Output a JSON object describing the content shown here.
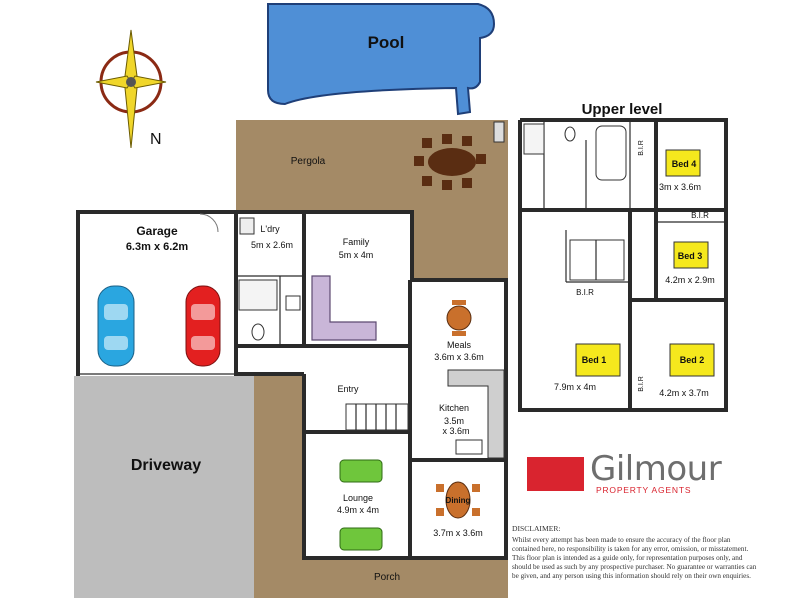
{
  "compass": {
    "label": "N"
  },
  "exterior": {
    "pool": "Pool",
    "pergola": "Pergola",
    "driveway": "Driveway",
    "porch": "Porch"
  },
  "ground_rooms": {
    "garage": {
      "name": "Garage",
      "size": "6.3m x 6.2m"
    },
    "laundry": {
      "name": "L'dry",
      "size": "5m x 2.6m"
    },
    "family": {
      "name": "Family",
      "size": "5m x 4m"
    },
    "meals": {
      "name": "Meals",
      "size": "3.6m x 3.6m"
    },
    "entry": {
      "name": "Entry"
    },
    "kitchen": {
      "name": "Kitchen",
      "size_line1": "3.5m",
      "size_line2": "x 3.6m"
    },
    "lounge": {
      "name": "Lounge",
      "size": "4.9m x 4m"
    },
    "dining": {
      "name": "Dining",
      "size": "3.7m x 3.6m"
    }
  },
  "upper_level": {
    "title": "Upper level",
    "bed4": {
      "name": "Bed 4",
      "size": "3m x 3.6m"
    },
    "bed3": {
      "name": "Bed 3",
      "size": "4.2m x 2.9m"
    },
    "bed1": {
      "name": "Bed 1",
      "size": "7.9m x 4m"
    },
    "bed2": {
      "name": "Bed 2",
      "size": "4.2m x 3.7m"
    },
    "bir_label": "B.I.R"
  },
  "brand": {
    "name": "Gilmour",
    "tagline": "PROPERTY AGENTS"
  },
  "disclaimer": {
    "title": "DISCLAIMER:",
    "text": "Whilst every attempt has been made to ensure the accuracy of the floor plan contained here, no responsibility is taken for any error, omission, or misstatement. This floor plan is intended as a guide only, for representation purposes only, and should be used as such by any prospective purchaser. No guarantee or warranties can be given, and any person using this information should rely on their own enquiries."
  },
  "colors": {
    "pool": "#4f8fd6",
    "pergola": "#a48a66",
    "driveway": "#bdbdbd",
    "bed_highlight": "#f5e81d",
    "brand_red": "#d9242f"
  }
}
